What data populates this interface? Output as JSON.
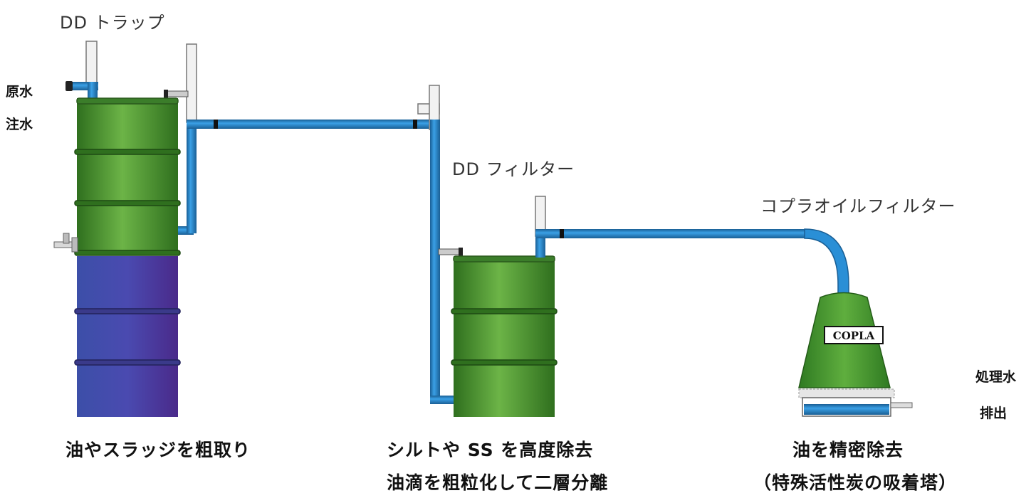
{
  "components": {
    "trap": "DD トラップ",
    "filter": "DD フィルター",
    "copla": "コプラオイルフィルター"
  },
  "inputs": {
    "raw_water_line1": "原水",
    "raw_water_line2": "注水"
  },
  "outputs": {
    "treated_line1": "処理水",
    "treated_line2": "排出"
  },
  "tower_badge": "COPLA",
  "captions": {
    "trap": "油やスラッジを粗取り",
    "filter_line1": "シルトや SS を高度除去",
    "filter_line2": "油滴を粗粒化して二層分離",
    "copla_line1": "油を精密除去",
    "copla_line2": "（特殊活性炭の吸着塔）"
  },
  "colors": {
    "pipe": "#2a8fd6",
    "pipe_edge": "#1a5f95",
    "drum_green": "#3f8f2a",
    "drum_green_light": "#6cb447",
    "drum_blue": "#3c4fa8",
    "drum_purple": "#4a2a8a",
    "vent": "#f2f2f2"
  }
}
